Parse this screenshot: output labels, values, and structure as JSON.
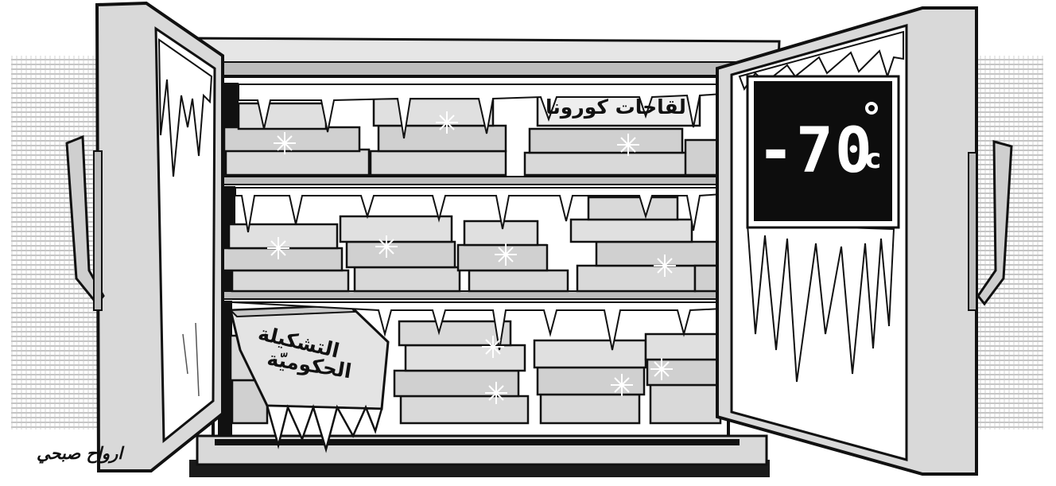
{
  "freezer_labels": {
    "vaccines_box": "لقاحات كورونا",
    "government_box_line1": "التشكيلة",
    "government_box_line2": "الحكوميّة"
  },
  "display": {
    "temperature": "-70",
    "unit": "c"
  },
  "signature": "ارواح صبحي",
  "colors": {
    "ink": "#111111",
    "panel_gray": "#d9d9d9",
    "shelf_gray": "#bdbdbd",
    "display_black": "#0d0d0d",
    "frost": "#ffffff"
  }
}
